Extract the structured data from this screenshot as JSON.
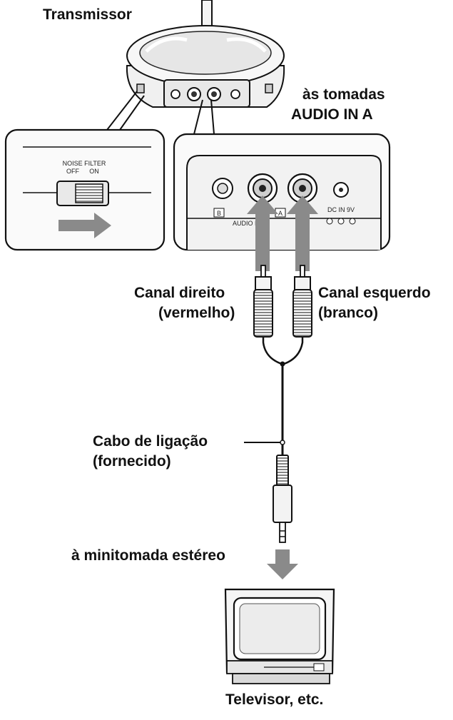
{
  "labels": {
    "transmitter": "Transmissor",
    "audio_in_line1": "às tomadas",
    "audio_in_line2": "AUDIO IN A",
    "right_channel_line1": "Canal direito",
    "right_channel_line2": "(vermelho)",
    "left_channel_line1": "Canal esquerdo",
    "left_channel_line2": "(branco)",
    "cable_line1": "Cabo de ligação",
    "cable_line2": "(fornecido)",
    "minijack": "à minitomada estéreo",
    "tv": "Televisor, etc."
  },
  "panel_labels": {
    "noise_filter": "NOISE FILTER",
    "off": "OFF",
    "on": "ON",
    "jack_b": "B",
    "jack_a": "A",
    "audio_in": "AUDIO IN",
    "dc_in": "DC IN 9V"
  },
  "colors": {
    "line": "#111111",
    "arrow": "#8a8a8a",
    "fill_light": "#f2f2f2",
    "fill_mid": "#cfcfcf"
  }
}
